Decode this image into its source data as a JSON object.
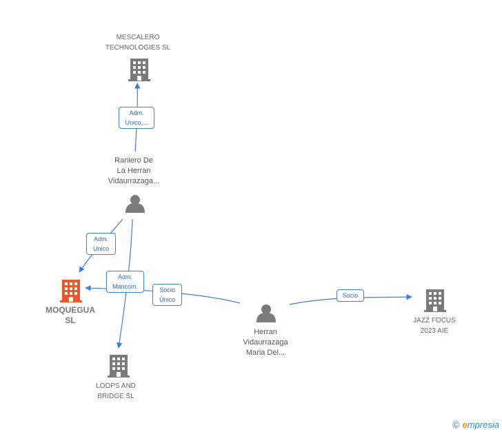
{
  "nodes": {
    "mescalero": {
      "label_line1": "MESCALERO",
      "label_line2": "TECHNOLOGIES SL",
      "icon": "building-icon"
    },
    "raniero": {
      "label_line1": "Raniero De",
      "label_line2": "La Herran",
      "label_line3": "Vidaurrazaga...",
      "icon": "person-icon"
    },
    "moquegua": {
      "label_line1": "MOQUEGUA",
      "label_line2": "SL",
      "icon": "building-icon",
      "color": "#e8582a"
    },
    "loops": {
      "label_line1": "LOOPS AND",
      "label_line2": "BRIDGE SL",
      "icon": "building-icon"
    },
    "herran": {
      "label_line1": "Herran",
      "label_line2": "Vidaurrazaga",
      "label_line3": "Maria Del...",
      "icon": "person-icon"
    },
    "jazz": {
      "label_line1": "JAZZ FOCUS",
      "label_line2": "2023 AIE",
      "icon": "building-icon"
    }
  },
  "edges": {
    "raniero_mescalero": {
      "line1": "Adm.",
      "line2": "Unico,..."
    },
    "raniero_moquegua": {
      "line1": "Adm.",
      "line2": "Unico"
    },
    "raniero_loops": {
      "line1": "Adm.",
      "line2": "Mancom."
    },
    "herran_moquegua": {
      "line1": "Socio",
      "line2": "Único"
    },
    "herran_jazz": {
      "line1": "Socio"
    }
  },
  "colors": {
    "edge": "#3a7fd5",
    "icon_gray": "#7a7a7a",
    "focus_company": "#e8582a"
  },
  "watermark": {
    "copyright": "©",
    "brand_initial": "e",
    "brand_rest": "mpresia"
  }
}
